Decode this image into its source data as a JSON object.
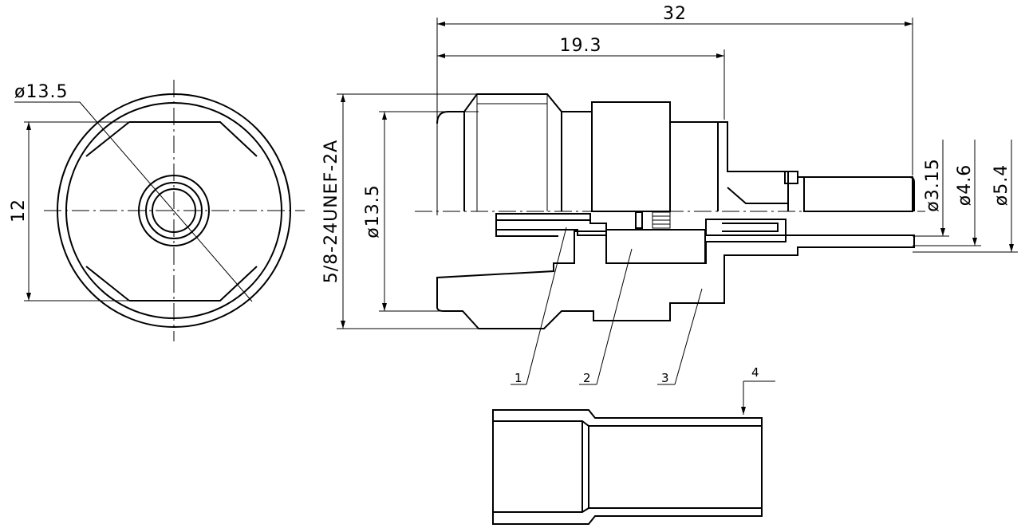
{
  "dimensions": {
    "overall_length": "32",
    "front_length": "19.3",
    "face_diameter": "ø13.5",
    "flat_width": "12",
    "thread_spec": "5/8-24UNEF-2A",
    "body_diameter": "ø13.5",
    "pin_diameter": "ø3.15",
    "tail_inner_diameter": "ø4.6",
    "tail_outer_diameter": "ø5.4"
  },
  "callouts": [
    {
      "label": "1"
    },
    {
      "label": "2"
    },
    {
      "label": "3"
    },
    {
      "label": "4"
    }
  ]
}
